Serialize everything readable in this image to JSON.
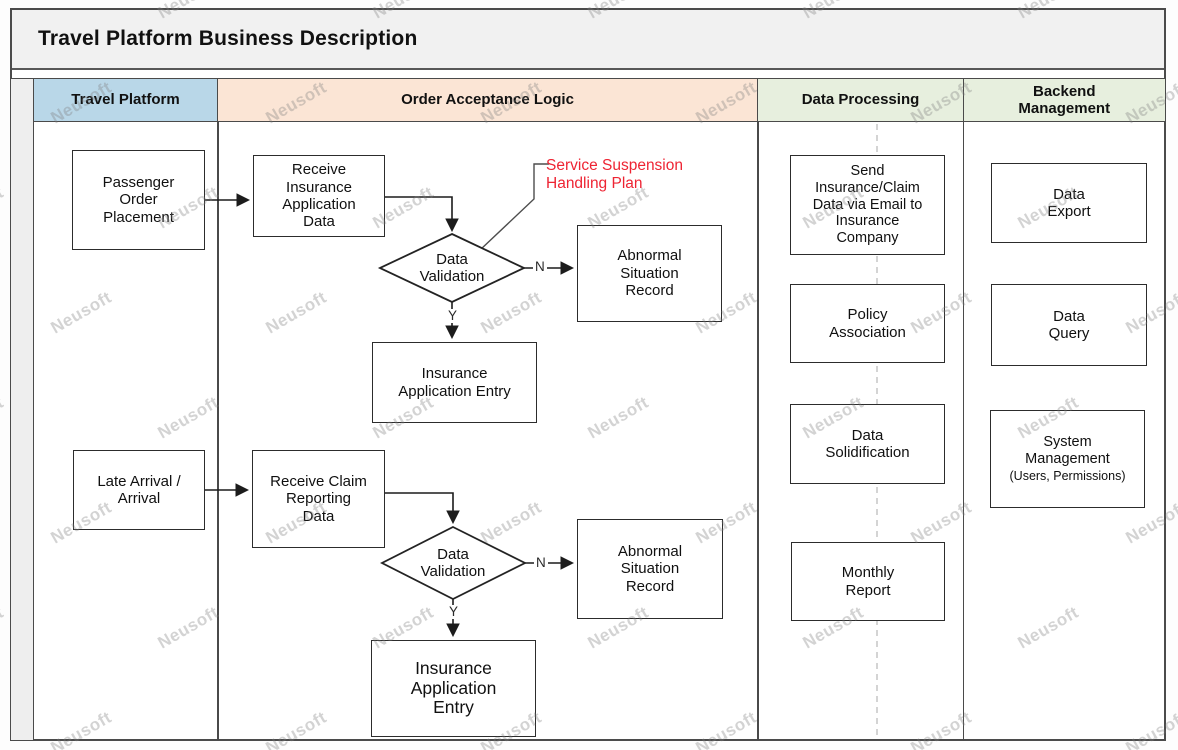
{
  "title": "Travel Platform Business Description",
  "watermark": "Neusoft",
  "lanes": {
    "travel_platform": "Travel Platform",
    "order_acceptance": "Order Acceptance Logic",
    "data_processing": "Data Processing",
    "backend_management": "Backend\nManagement"
  },
  "colors": {
    "lane_travel_platform": "#b9d7e8",
    "lane_order_acceptance": "#fbe5d5",
    "lane_green": "#e7efde",
    "callout_red": "#ee2433",
    "box_border": "#2c2c2c"
  },
  "nodes": {
    "passenger_order": "Passenger\nOrder\nPlacement",
    "receive_insurance": "Receive\nInsurance\nApplication\nData",
    "abnormal_record_1": "Abnormal\nSituation\nRecord",
    "insurance_entry_1": "Insurance\nApplication Entry",
    "late_arrival": "Late Arrival /\nArrival",
    "receive_claim": "Receive Claim\nReporting\nData",
    "abnormal_record_2": "Abnormal\nSituation\nRecord",
    "insurance_entry_2": "Insurance\nApplication\nEntry",
    "send_email": "Send\nInsurance/Claim\nData via Email to\nInsurance\nCompany",
    "policy_association": "Policy\nAssociation",
    "data_solidification": "Data\nSolidification",
    "monthly_report": "Monthly\nReport",
    "data_export": "Data\nExport",
    "data_query": "Data\nQuery",
    "system_management": "System\nManagement",
    "system_management_sub": "(Users, Permissions)"
  },
  "decisions": {
    "validation_1": "Data\nValidation",
    "validation_2": "Data\nValidation"
  },
  "branch_labels": {
    "no_1": "N",
    "yes_1": "Y",
    "no_2": "N",
    "yes_2": "Y"
  },
  "callout": "Service Suspension\nHandling Plan"
}
